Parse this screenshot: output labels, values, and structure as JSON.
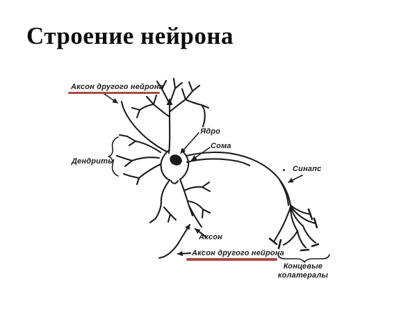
{
  "slide": {
    "title": "Строение нейрона"
  },
  "diagram": {
    "labels": {
      "axon_other_top": "Аксон другого нейрона",
      "dendrites": "Дендриты",
      "nucleus": "Ядро",
      "soma": "Сома",
      "synapse": "Синапс",
      "axon": "Аксон",
      "axon_other_bottom": "Аксон другого нейрона",
      "terminal_collaterals": {
        "line1": "Концевые",
        "line2": "колатералы"
      }
    },
    "colors": {
      "ink": "#1b1b1b",
      "highlight_underline": "#a84b44",
      "background": "#ffffff"
    }
  }
}
